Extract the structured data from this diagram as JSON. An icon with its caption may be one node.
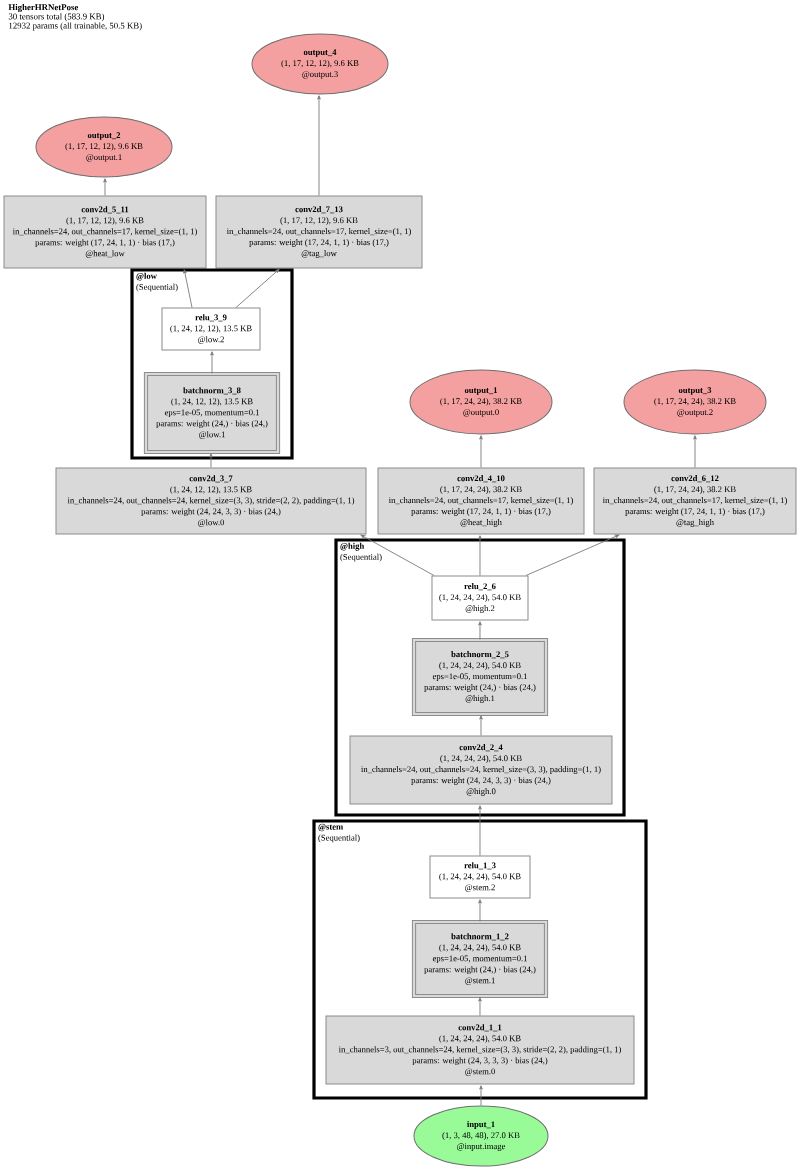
{
  "diagram": {
    "title": "HigherHRNetPose",
    "nodes": [
      {
        "text": [
          "output_4",
          "(1, 17, 12, 12), 9.6 KB",
          "@output.3"
        ]
      },
      {
        "text": [
          "output_2",
          "(1, 17, 12, 12), 9.6 KB",
          "@output.1"
        ]
      },
      {
        "text": [
          "conv2d_5_11",
          "(1, 17, 12, 12), 9.6 KB",
          "in_channels=24, out_channels=17, kernel_size=(1, 1)",
          "params: weight (17, 24, 1, 1) · bias (17,)",
          "@heat_low"
        ]
      },
      {
        "text": [
          "conv2d_7_13",
          "(1, 17, 12, 12), 9.6 KB",
          "in_channels=24, out_channels=17, kernel_size=(1, 1)",
          "params: weight (17, 24, 1, 1) · bias (17,)",
          "@tag_low"
        ]
      },
      {
        "text": [
          "@low",
          "(Sequential)"
        ]
      },
      {
        "text": [
          "relu_3_9",
          "(1, 24, 12, 12), 13.5 KB",
          "@low.2"
        ],
        "in": 4
      },
      {
        "text": [
          "batchnorm_3_8",
          "(1, 24, 12, 12), 13.5 KB",
          "eps=1e-05, momentum=0.1",
          "params: weight (24,) · bias (24,)",
          "@low.1"
        ],
        "in": 4
      },
      {
        "text": [
          "output_1",
          "(1, 17, 24, 24), 38.2 KB",
          "@output.0"
        ]
      },
      {
        "text": [
          "output_3",
          "(1, 17, 24, 24), 38.2 KB",
          "@output.2"
        ]
      },
      {
        "text": [
          "conv2d_3_7",
          "(1, 24, 12, 12), 13.5 KB",
          "in_channels=24, out_channels=24, kernel_size=(3, 3), stride=(2, 2), padding=(1, 1)",
          "params: weight (24, 24, 3, 3) · bias (24,)",
          "@low.0"
        ]
      },
      {
        "text": [
          "conv2d_4_10",
          "(1, 17, 24, 24), 38.2 KB",
          "in_channels=24, out_channels=17, kernel_size=(1, 1)",
          "params: weight (17, 24, 1, 1) · bias (17,)",
          "@heat_high"
        ]
      },
      {
        "text": [
          "conv2d_6_12",
          "(1, 17, 24, 24), 38.2 KB",
          "in_channels=24, out_channels=17, kernel_size=(1, 1)",
          "params: weight (17, 24, 1, 1) · bias (17,)",
          "@tag_high"
        ]
      },
      {
        "text": [
          "@high",
          "(Sequential)"
        ]
      },
      {
        "text": [
          "relu_2_6",
          "(1, 24, 24, 24), 54.0 KB",
          "@high.2"
        ],
        "in": 12
      },
      {
        "text": [
          "batchnorm_2_5",
          "(1, 24, 24, 24), 54.0 KB",
          "eps=1e-05, momentum=0.1",
          "params: weight (24,) · bias (24,)",
          "@high.1"
        ],
        "in": 12
      },
      {
        "text": [
          "conv2d_2_4",
          "(1, 24, 24, 24), 54.0 KB",
          "in_channels=24, out_channels=24, kernel_size=(3, 3), padding=(1, 1)",
          "params: weight (24, 24, 3, 3) · bias (24,)",
          "@high.0"
        ],
        "in": 12
      },
      {
        "text": [
          "@stem",
          "(Sequential)"
        ]
      },
      {
        "text": [
          "relu_1_3",
          "(1, 24, 24, 24), 54.0 KB",
          "@stem.2"
        ],
        "in": 16
      },
      {
        "text": [
          "batchnorm_1_2",
          "(1, 24, 24, 24), 54.0 KB",
          "eps=1e-05, momentum=0.1",
          "params: weight (24,) · bias (24,)",
          "@stem.1"
        ],
        "in": 16
      },
      {
        "text": [
          "conv2d_1_1",
          "(1, 24, 24, 24), 54.0 KB",
          "in_channels=3, out_channels=24, kernel_size=(3, 3), stride=(2, 2), padding=(1, 1)",
          "params: weight (24, 3, 3, 3) · bias (24,)",
          "@stem.0"
        ],
        "in": 16
      },
      {
        "text": [
          "input_1",
          "(1, 3, 48, 48), 27.0 KB",
          "@input.image"
        ]
      }
    ],
    "edges": [
      {
        "from": 20,
        "to": 19,
        "arrow": "to"
      },
      {
        "from": 19,
        "to": 18,
        "arrow": "to"
      },
      {
        "from": 18,
        "to": 17,
        "arrow": "to"
      },
      {
        "from": 17,
        "to": 15,
        "arrow": "to"
      },
      {
        "from": 15,
        "to": 14,
        "arrow": "to"
      },
      {
        "from": 14,
        "to": 13,
        "arrow": "to"
      },
      {
        "from": 13,
        "to": 9,
        "arrow": "to"
      },
      {
        "from": 13,
        "to": 10,
        "arrow": "to"
      },
      {
        "from": 13,
        "to": 11,
        "arrow": "to"
      },
      {
        "from": 9,
        "to": 6,
        "arrow": "to"
      },
      {
        "from": 6,
        "to": 5,
        "arrow": "to"
      },
      {
        "from": 5,
        "to": 2,
        "arrow": "to"
      },
      {
        "from": 5,
        "to": 3,
        "arrow": "to"
      },
      {
        "from": 2,
        "to": 1,
        "arrow": "to"
      },
      {
        "from": 3,
        "to": 0,
        "arrow": "to"
      },
      {
        "from": 10,
        "to": 7,
        "arrow": "to"
      },
      {
        "from": 11,
        "to": 8,
        "arrow": "to"
      }
    ],
    "labels": [
      "30 tensors total (583.9 KB)",
      "12932 params (all trainable, 50.5 KB)"
    ]
  }
}
